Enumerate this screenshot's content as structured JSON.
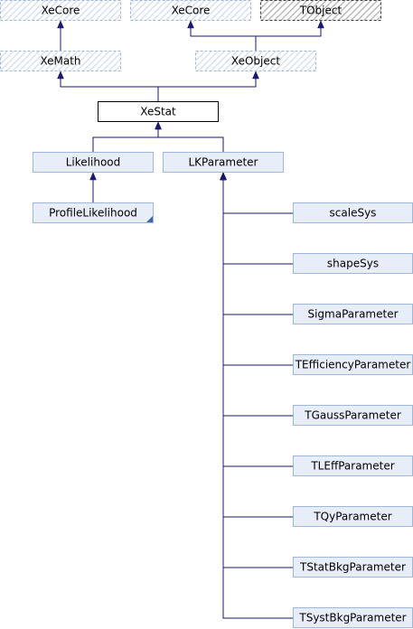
{
  "diagram": {
    "type": "class-inheritance-graph",
    "colors": {
      "edge": "#191970",
      "node_border_dashed": "#a0b8d8",
      "node_border_solid": "#000000",
      "node_fill_current": "#ffffff",
      "node_fill_blue": "#e8eef7",
      "hatch_blue": "#d2dcec",
      "hatch_gray": "#b0b0b0",
      "corner_marker": "#3c64aa"
    },
    "nodes": [
      {
        "id": "xecore-1",
        "label": "XeCore",
        "style": "hatched-blue"
      },
      {
        "id": "xecore-2",
        "label": "XeCore",
        "style": "hatched-blue"
      },
      {
        "id": "tobject",
        "label": "TObject",
        "style": "hatched-gray"
      },
      {
        "id": "xemath",
        "label": "XeMath",
        "style": "hatched-blue"
      },
      {
        "id": "xeobject",
        "label": "XeObject",
        "style": "hatched-blue"
      },
      {
        "id": "xestat",
        "label": "XeStat",
        "style": "current"
      },
      {
        "id": "likelihood",
        "label": "Likelihood",
        "style": "blue"
      },
      {
        "id": "lkparameter",
        "label": "LKParameter",
        "style": "blue"
      },
      {
        "id": "profilelikelihood",
        "label": "ProfileLikelihood",
        "style": "blue-marked"
      },
      {
        "id": "scalesys",
        "label": "scaleSys",
        "style": "blue"
      },
      {
        "id": "shapesys",
        "label": "shapeSys",
        "style": "blue"
      },
      {
        "id": "sigmaparameter",
        "label": "SigmaParameter",
        "style": "blue"
      },
      {
        "id": "tefficiencyparameter",
        "label": "TEfficiencyParameter",
        "style": "blue"
      },
      {
        "id": "tgaussparameter",
        "label": "TGaussParameter",
        "style": "blue"
      },
      {
        "id": "tleffparameter",
        "label": "TLEffParameter",
        "style": "blue"
      },
      {
        "id": "tqyparameter",
        "label": "TQyParameter",
        "style": "blue"
      },
      {
        "id": "tstatbkgparameter",
        "label": "TStatBkgParameter",
        "style": "blue"
      },
      {
        "id": "tsystbkgparameter",
        "label": "TSystBkgParameter",
        "style": "blue"
      }
    ],
    "edges": [
      {
        "from": "xemath",
        "to": "xecore-1"
      },
      {
        "from": "xeobject",
        "to": "xecore-2"
      },
      {
        "from": "xeobject",
        "to": "tobject"
      },
      {
        "from": "xestat",
        "to": "xemath"
      },
      {
        "from": "xestat",
        "to": "xeobject"
      },
      {
        "from": "likelihood",
        "to": "xestat"
      },
      {
        "from": "lkparameter",
        "to": "xestat"
      },
      {
        "from": "profilelikelihood",
        "to": "likelihood"
      },
      {
        "from": "scalesys",
        "to": "lkparameter"
      },
      {
        "from": "shapesys",
        "to": "lkparameter"
      },
      {
        "from": "sigmaparameter",
        "to": "lkparameter"
      },
      {
        "from": "tefficiencyparameter",
        "to": "lkparameter"
      },
      {
        "from": "tgaussparameter",
        "to": "lkparameter"
      },
      {
        "from": "tleffparameter",
        "to": "lkparameter"
      },
      {
        "from": "tqyparameter",
        "to": "lkparameter"
      },
      {
        "from": "tstatbkgparameter",
        "to": "lkparameter"
      },
      {
        "from": "tsystbkgparameter",
        "to": "lkparameter"
      }
    ]
  }
}
